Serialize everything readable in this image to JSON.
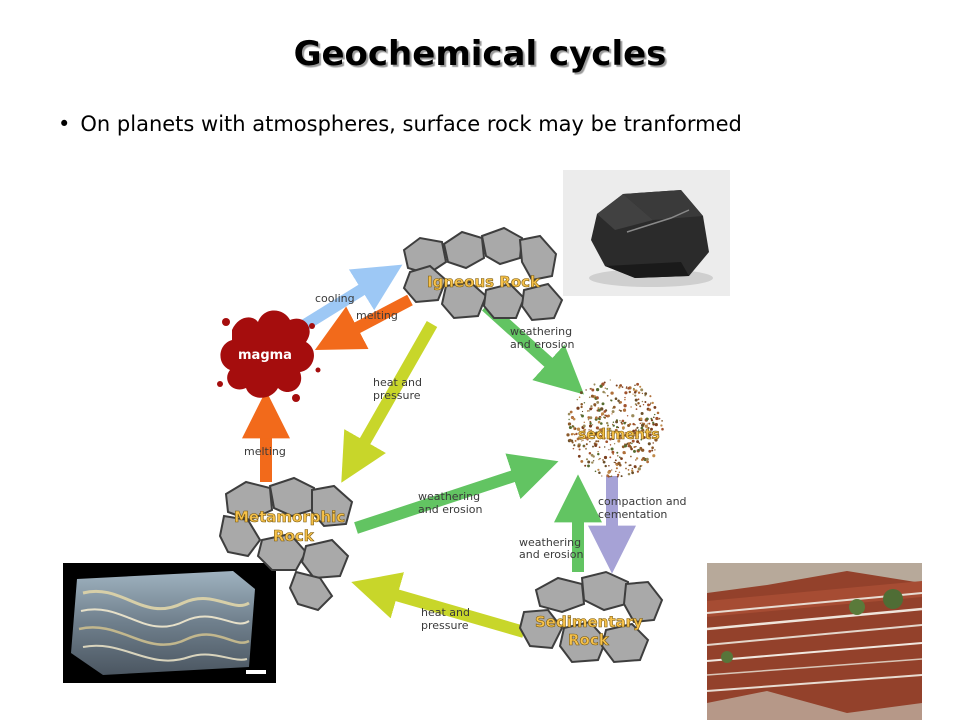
{
  "slide": {
    "title": "Geochemical cycles",
    "bullet": "On planets with atmospheres, surface rock may be tranformed"
  },
  "nodes": {
    "igneous": "Igneous Rock",
    "magma": "magma",
    "sediments": "sediments",
    "metamorphic": [
      "Metamorphic",
      "Rock"
    ],
    "sedimentary": [
      "Sedimentary",
      "Rock"
    ]
  },
  "labels": {
    "cooling": "cooling",
    "melting_top": "melting",
    "weathering_top": [
      "weathering",
      "and erosion"
    ],
    "heat_pressure_top": [
      "heat and",
      "pressure"
    ],
    "melting_left": "melting",
    "weathering_mid": [
      "weathering",
      "and erosion"
    ],
    "compaction": [
      "compaction and",
      "cementation"
    ],
    "weathering_bottom": [
      "weathering",
      "and erosion"
    ],
    "heat_pressure_bottom": [
      "heat and",
      "pressure"
    ]
  },
  "colors": {
    "blue_arrow": "#9dc8f5",
    "orange_arrow": "#f26a1b",
    "green_arrow": "#62c462",
    "yellow_arrow": "#c8d62a",
    "lavender_arrow": "#a6a2d6",
    "magma": "#a50d0d",
    "rock": "#a9a9a9"
  }
}
